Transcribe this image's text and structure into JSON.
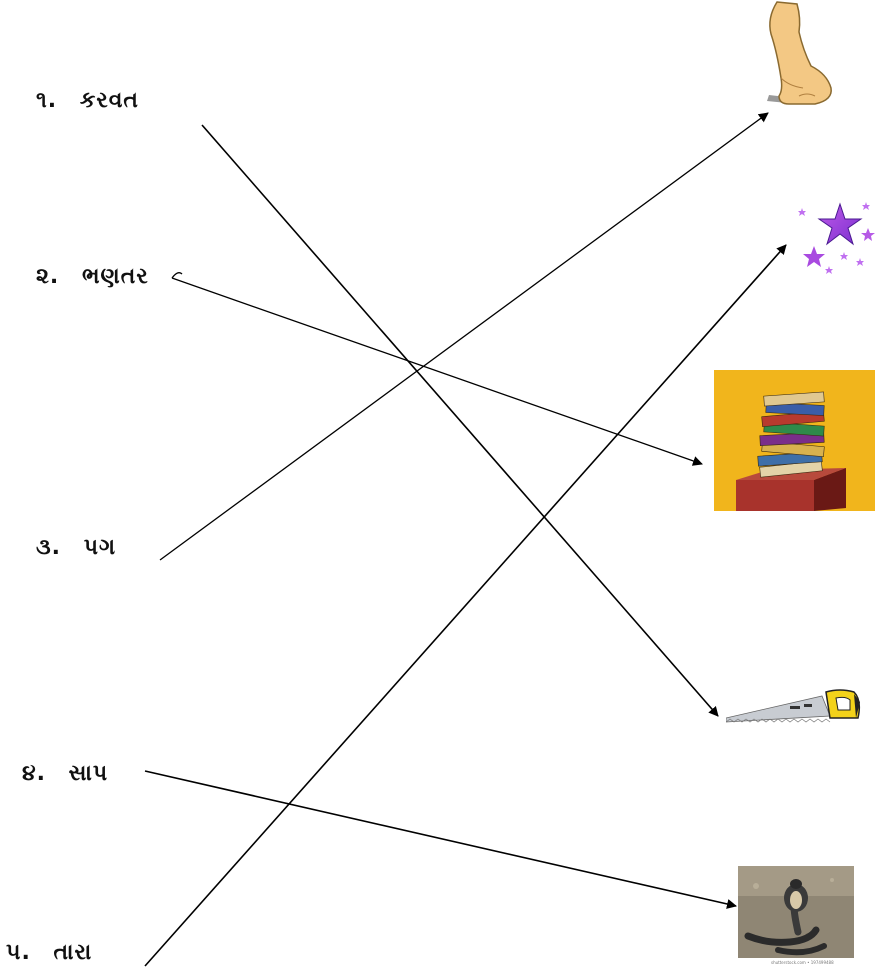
{
  "items": [
    {
      "number": "૧.",
      "word": "કરવત"
    },
    {
      "number": "૨.",
      "word": "ભણતર"
    },
    {
      "number": "૩.",
      "word": "પગ"
    },
    {
      "number": "૪.",
      "word": "સાપ"
    },
    {
      "number": "૫.",
      "word": "તારા"
    }
  ],
  "pictures": [
    {
      "icon": "foot-icon"
    },
    {
      "icon": "stars-icon"
    },
    {
      "icon": "books-icon"
    },
    {
      "icon": "saw-icon"
    },
    {
      "icon": "snake-icon"
    }
  ],
  "snake_caption": "shutterstock.com • 197499488"
}
